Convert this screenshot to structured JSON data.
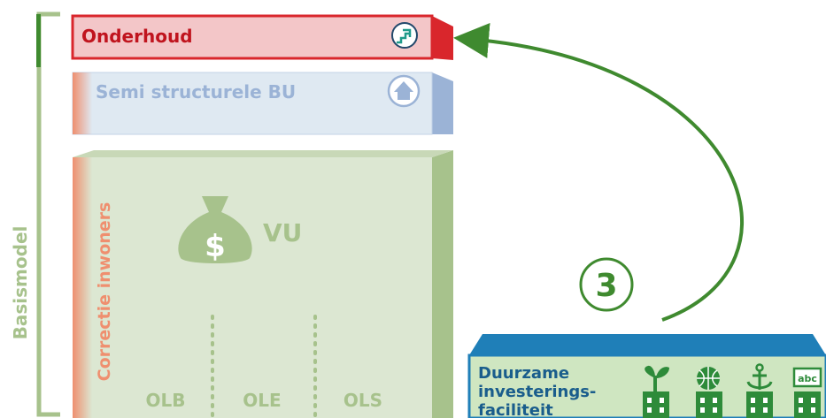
{
  "bracket": {
    "label": "Basismodel"
  },
  "blocks": {
    "onderhoud": {
      "title": "Onderhoud",
      "icon": "stairs-up-arrow-icon",
      "color": "#d9262c"
    },
    "semi": {
      "title": "Semi structurele BU",
      "icon": "house-icon",
      "color": "#9bb3d6"
    },
    "main": {
      "side_label": "Correctie inwoners",
      "money_label": "VU",
      "money_icon": "money-bag-icon",
      "columns": [
        "OLB",
        "OLE",
        "OLS"
      ],
      "color": "#9fb886"
    }
  },
  "step": {
    "number": "3"
  },
  "facility": {
    "title_line1": "Duurzame",
    "title_line2": "investerings-",
    "title_line3": "faciliteit",
    "icons": [
      "plant-building-icon",
      "basketball-building-icon",
      "anchor-building-icon",
      "abc-building-icon"
    ],
    "color": "#1f7fb8"
  },
  "colors": {
    "arrow": "#3f8a2f",
    "bracket": "#a7c28c"
  }
}
